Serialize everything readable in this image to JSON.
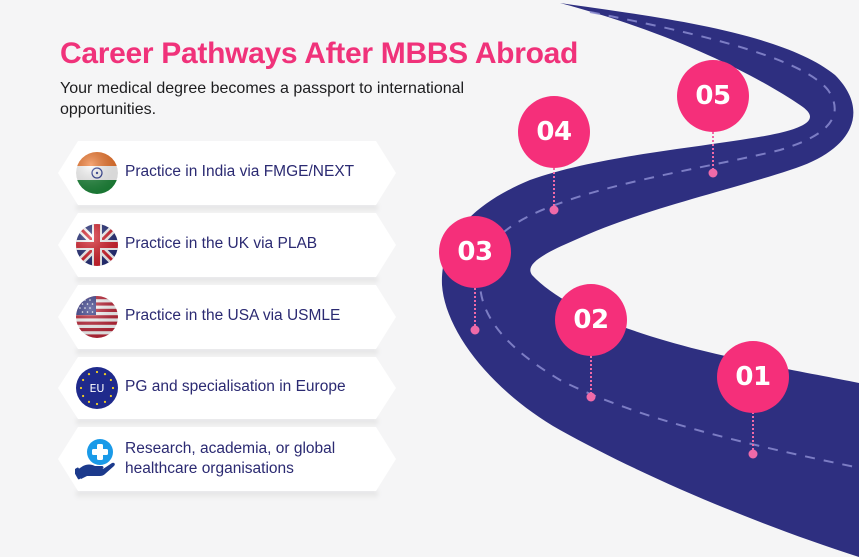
{
  "header": {
    "title": "Career Pathways After MBBS Abroad",
    "subtitle": "Your medical degree becomes a passport to international opportunities."
  },
  "pathways": [
    {
      "icon": "india-flag-icon",
      "label": "Practice in India via FMGE/NEXT"
    },
    {
      "icon": "uk-flag-icon",
      "label": "Practice in the UK via PLAB"
    },
    {
      "icon": "usa-flag-icon",
      "label": "Practice in the USA via USMLE"
    },
    {
      "icon": "eu-flag-icon",
      "label": "PG and specialisation in Europe",
      "icon_text": "EU"
    },
    {
      "icon": "healthcare-hand-icon",
      "label": "Research, academia, or global healthcare organisations"
    }
  ],
  "roadmap": {
    "milestones": [
      {
        "number": "01"
      },
      {
        "number": "02"
      },
      {
        "number": "03"
      },
      {
        "number": "04"
      },
      {
        "number": "05"
      }
    ]
  },
  "colors": {
    "title": "#f0327a",
    "accent_pink": "#f52f7a",
    "road": "#2e2f80",
    "text_dark": "#2b2a72",
    "background": "#f5f5f6"
  }
}
